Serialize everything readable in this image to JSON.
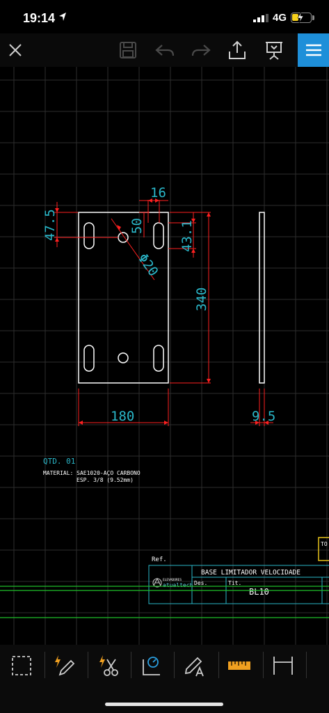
{
  "status_bar": {
    "time": "19:14",
    "network": "4G"
  },
  "toolbar": {
    "buttons": [
      "close-icon",
      "save-icon",
      "undo-icon",
      "redo-icon",
      "share-icon",
      "presentation-icon",
      "menu-icon"
    ],
    "accent_color": "#1e8fd9"
  },
  "drawing": {
    "dimensions": {
      "top_width": "16",
      "left_offset": "47.5",
      "hole_offset": "50",
      "slot_height": "43.1",
      "hole_diameter": "Φ20",
      "total_height": "340",
      "total_width": "180",
      "thickness": "9.5"
    },
    "notes": {
      "qty": "QTD. 01",
      "material_line1": "MATERIAL: SAE1020-AÇO CARBONO",
      "material_line2": "ESP. 3/8 (9.52mm)"
    },
    "title_block": {
      "ref_label": "Ref.",
      "title": "BASE LIMITADOR VELOCIDADE",
      "des_label": "Des.",
      "tit_label": "Tit.",
      "code": "BL10",
      "company_line1": "ELEVADORES",
      "company_line2": "atualtech",
      "side_label": "TO"
    },
    "colors": {
      "outline": "#ffffff",
      "dimension": "#ff2020",
      "text": "#2ab7c9",
      "grid": "#3a3a3a",
      "frame": "#2ab7c9",
      "green_line": "#1fbf2a"
    }
  },
  "bottom_tools": [
    "select-icon",
    "quick-draw-icon",
    "quick-trim-icon",
    "measure-icon",
    "annotate-icon",
    "ruler-icon",
    "dimension-icon",
    "more-icon"
  ]
}
